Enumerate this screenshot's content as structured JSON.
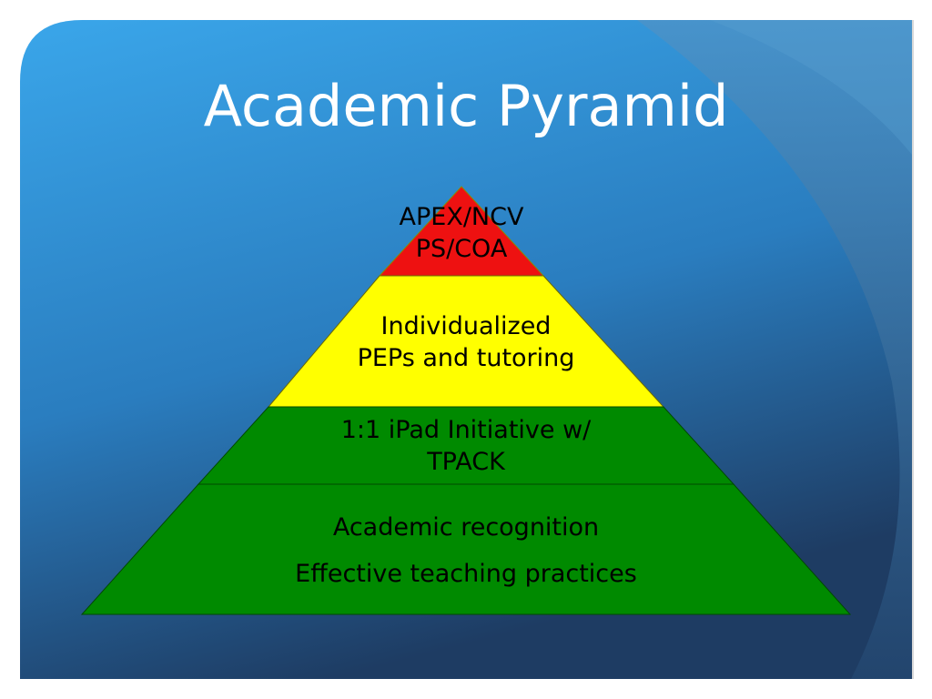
{
  "slide": {
    "title": "Academic Pyramid"
  },
  "pyramid": {
    "tiers": [
      {
        "lines": [
          "APEX/NCV",
          "PS/COA"
        ],
        "color": "#ee1111"
      },
      {
        "lines": [
          "Individualized",
          "PEPs and tutoring"
        ],
        "color": "#ffff00"
      },
      {
        "lines": [
          "1:1 iPad Initiative w/",
          "TPACK"
        ],
        "color": "#008a00"
      },
      {
        "lines": [
          "Academic recognition",
          "Effective teaching practices"
        ],
        "color": "#008a00"
      }
    ]
  },
  "colors": {
    "background_top": "#3aa6ea",
    "background_bottom": "#1e3c63"
  }
}
